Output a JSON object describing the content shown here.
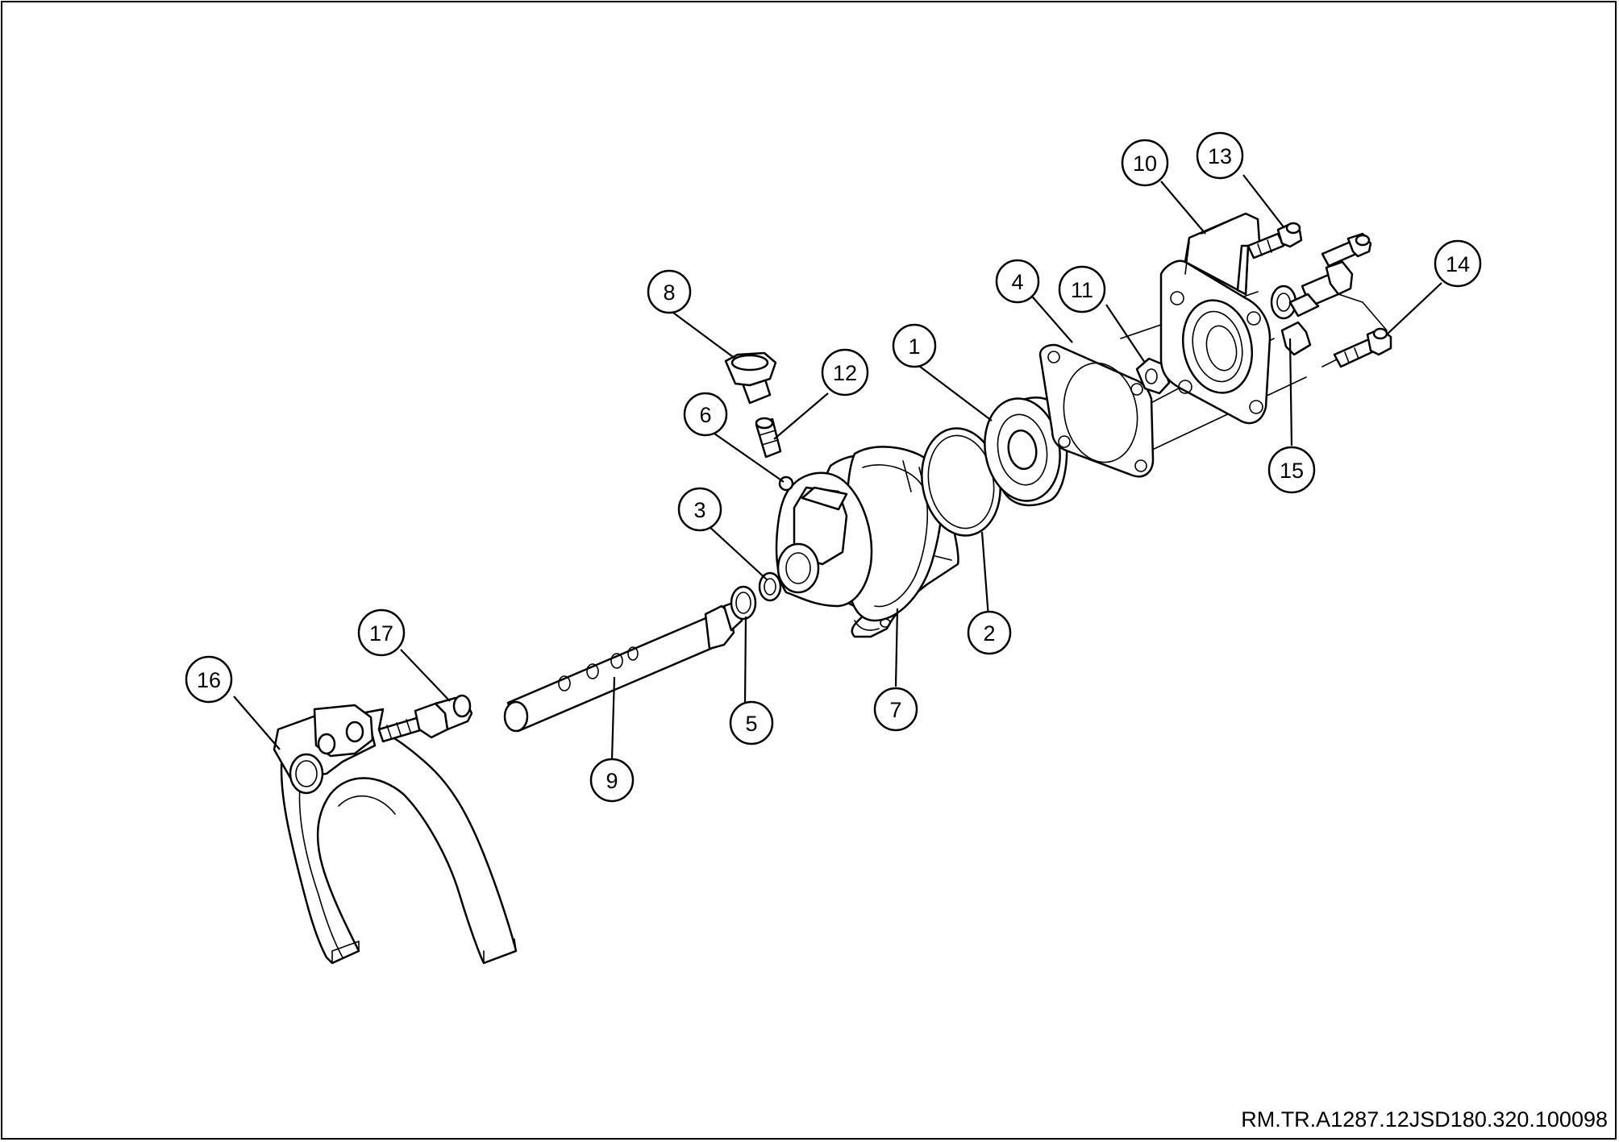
{
  "diagram": {
    "reference_code": "RM.TR.A1287.12JSD180.320.100098",
    "callouts": [
      {
        "id": "1",
        "label": "1"
      },
      {
        "id": "2",
        "label": "2"
      },
      {
        "id": "3",
        "label": "3"
      },
      {
        "id": "4",
        "label": "4"
      },
      {
        "id": "5",
        "label": "5"
      },
      {
        "id": "6",
        "label": "6"
      },
      {
        "id": "7",
        "label": "7"
      },
      {
        "id": "8",
        "label": "8"
      },
      {
        "id": "9",
        "label": "9"
      },
      {
        "id": "10",
        "label": "10"
      },
      {
        "id": "11",
        "label": "11"
      },
      {
        "id": "12",
        "label": "12"
      },
      {
        "id": "13",
        "label": "13"
      },
      {
        "id": "14",
        "label": "14"
      },
      {
        "id": "15",
        "label": "15"
      },
      {
        "id": "16",
        "label": "16"
      },
      {
        "id": "17",
        "label": "17"
      }
    ]
  }
}
